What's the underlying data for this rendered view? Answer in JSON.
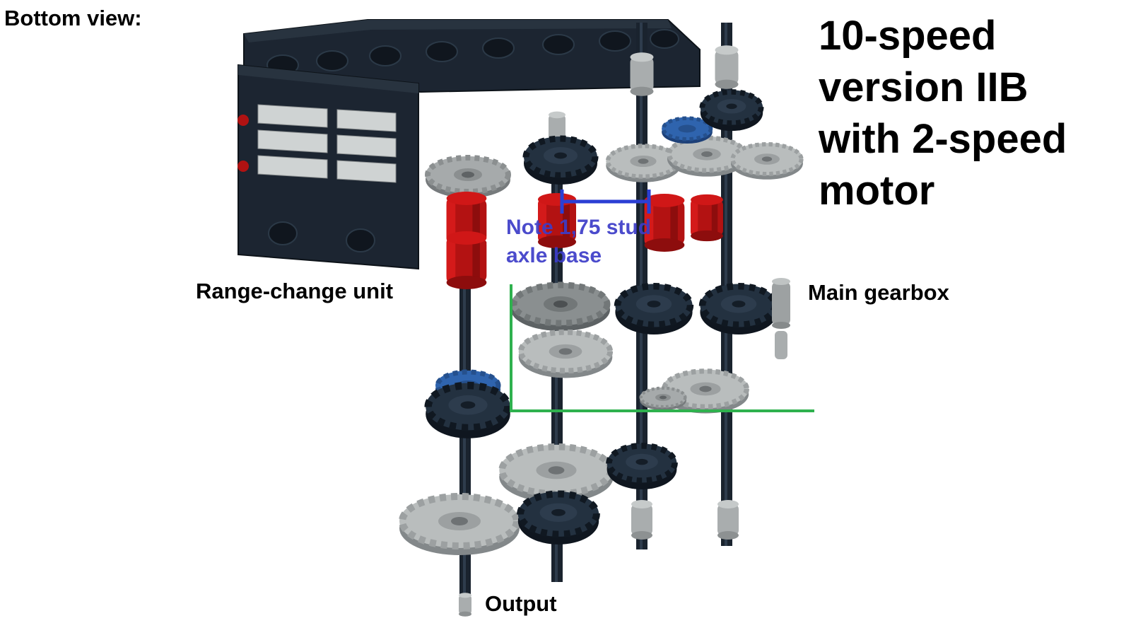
{
  "annotations": {
    "view_label": "Bottom view:",
    "title": {
      "lines": [
        "10-speed",
        "version IIB",
        "with 2-speed",
        "motor"
      ]
    },
    "note": {
      "lines": [
        "Note 1,75 stud",
        "axle base"
      ]
    },
    "labels": {
      "range_change": "Range-change unit",
      "main_gearbox": "Main gearbox",
      "output": "Output"
    }
  },
  "colors": {
    "background": "#ffffff",
    "text": "#000000",
    "note_blue": "#3c3cc8",
    "dimension_blue": "#2b3fd4",
    "marker_green": "#2fb14e",
    "housing_dark": "#1c2531",
    "gear_gray": "#a6aaab",
    "gear_light_gray": "#b9bdbd",
    "gear_dark": "#233140",
    "bush_red": "#b31212",
    "gear_blue": "#2f64ae"
  }
}
